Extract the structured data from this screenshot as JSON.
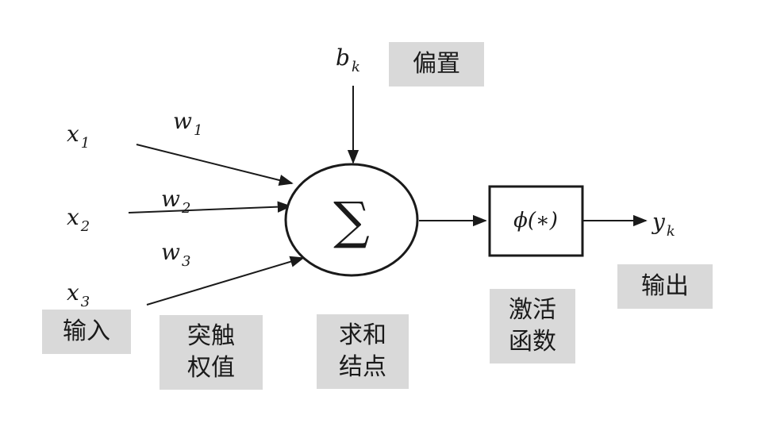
{
  "inputs": [
    {
      "var": "x",
      "sub": "1"
    },
    {
      "var": "x",
      "sub": "2"
    },
    {
      "var": "x",
      "sub": "3"
    }
  ],
  "weights": [
    {
      "var": "w",
      "sub": "1"
    },
    {
      "var": "w",
      "sub": "2"
    },
    {
      "var": "w",
      "sub": "3"
    }
  ],
  "bias": {
    "var": "b",
    "sub": "k"
  },
  "sum_symbol": "∑",
  "activation": "ϕ(∗)",
  "output": {
    "var": "y",
    "sub": "k"
  },
  "labels": {
    "bias": "偏置",
    "input": "输入",
    "weights_line1": "突触",
    "weights_line2": "权值",
    "sum_line1": "求和",
    "sum_line2": "结点",
    "activation_line1": "激活",
    "activation_line2": "函数",
    "output": "输出"
  },
  "colors": {
    "label_bg": "#d9d9d9",
    "stroke": "#1a1a1a"
  }
}
